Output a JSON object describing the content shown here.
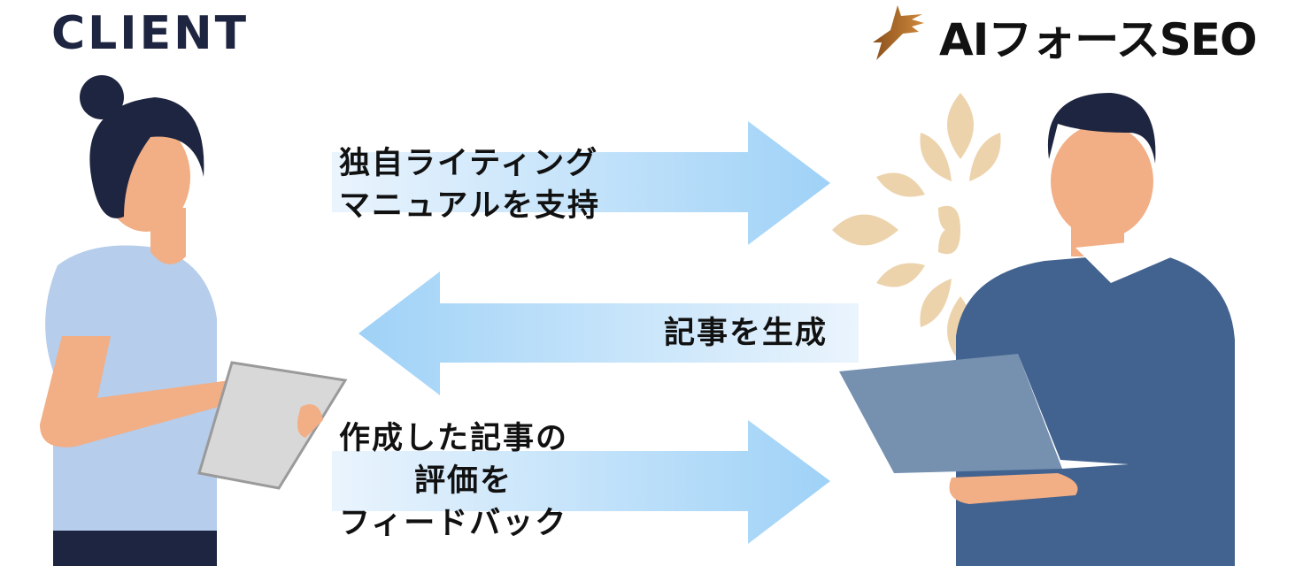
{
  "client_label": "CLIENT",
  "brand": {
    "name": "AIフォースSEO",
    "logo_color": "#b8732e"
  },
  "arrows": [
    {
      "direction": "right",
      "lines": [
        "独自ライティング",
        "マニュアルを支持"
      ]
    },
    {
      "direction": "left",
      "lines": [
        "記事を生成"
      ]
    },
    {
      "direction": "right",
      "lines": [
        "作成した記事の",
        "評価を",
        "フィードバック"
      ]
    }
  ],
  "colors": {
    "arrow": "#9fd2f7",
    "arrow_light": "#eaf4fd",
    "navy": "#1e2540",
    "skin": "#f2ae85",
    "client_shirt": "#b6cdeb",
    "ai_sweater": "#42628f",
    "ornament": "#ecd1a8"
  }
}
